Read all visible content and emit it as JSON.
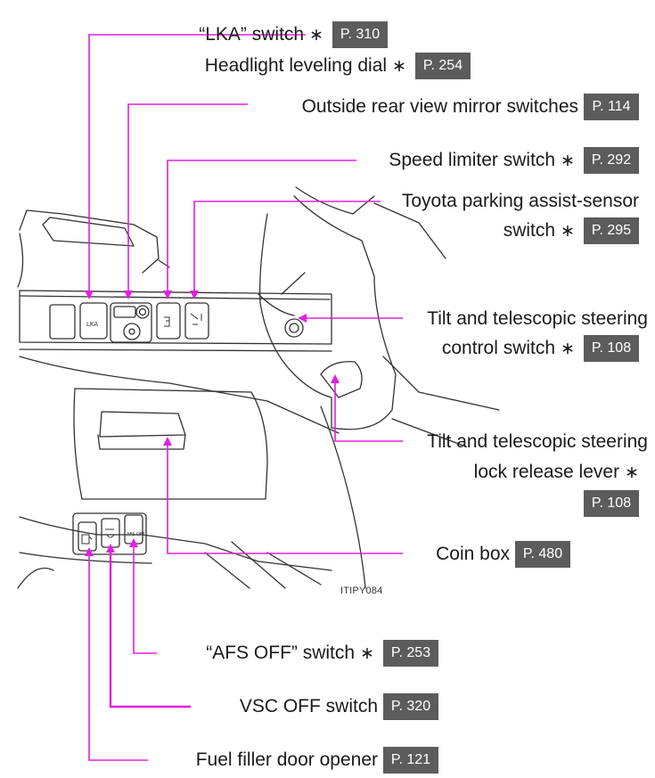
{
  "colors": {
    "leader": "#e020e0",
    "page_ref_bg": "#5c5c5c",
    "ink": "#333333"
  },
  "image_caption": "ITIPY084",
  "callouts": [
    {
      "id": "lka",
      "text": "“LKA” switch",
      "star": "∗",
      "page": "P. 310"
    },
    {
      "id": "headlight",
      "text": "Headlight leveling dial",
      "star": "∗",
      "page": "P. 254"
    },
    {
      "id": "mirror",
      "text": "Outside rear view mirror switches",
      "star": "",
      "page": "P. 114"
    },
    {
      "id": "speed",
      "text": "Speed limiter switch",
      "star": "∗",
      "page": "P. 292"
    },
    {
      "id": "parking1",
      "text": "Toyota parking assist-sensor",
      "star": "",
      "page": ""
    },
    {
      "id": "parking2",
      "text": "switch",
      "star": "∗",
      "page": "P. 295"
    },
    {
      "id": "tilt1",
      "text": "Tilt and telescopic steering",
      "star": "",
      "page": ""
    },
    {
      "id": "tilt2",
      "text": "control switch",
      "star": "∗",
      "page": "P. 108"
    },
    {
      "id": "lock1",
      "text": "Tilt and telescopic steering",
      "star": "",
      "page": ""
    },
    {
      "id": "lock2",
      "text": "lock release lever",
      "star": "∗",
      "page": ""
    },
    {
      "id": "lock3",
      "text": "",
      "star": "",
      "page": "P. 108"
    },
    {
      "id": "coin",
      "text": "Coin box",
      "star": "",
      "page": "P. 480"
    },
    {
      "id": "afs",
      "text": "“AFS OFF” switch",
      "star": "∗",
      "page": "P. 253"
    },
    {
      "id": "vsc",
      "text": "VSC OFF switch",
      "star": "",
      "page": "P. 320"
    },
    {
      "id": "fuel",
      "text": "Fuel filler door opener",
      "star": "",
      "page": "P. 121"
    }
  ],
  "switch_labels": {
    "lka": "LKA",
    "afs": "AFS OFF"
  }
}
